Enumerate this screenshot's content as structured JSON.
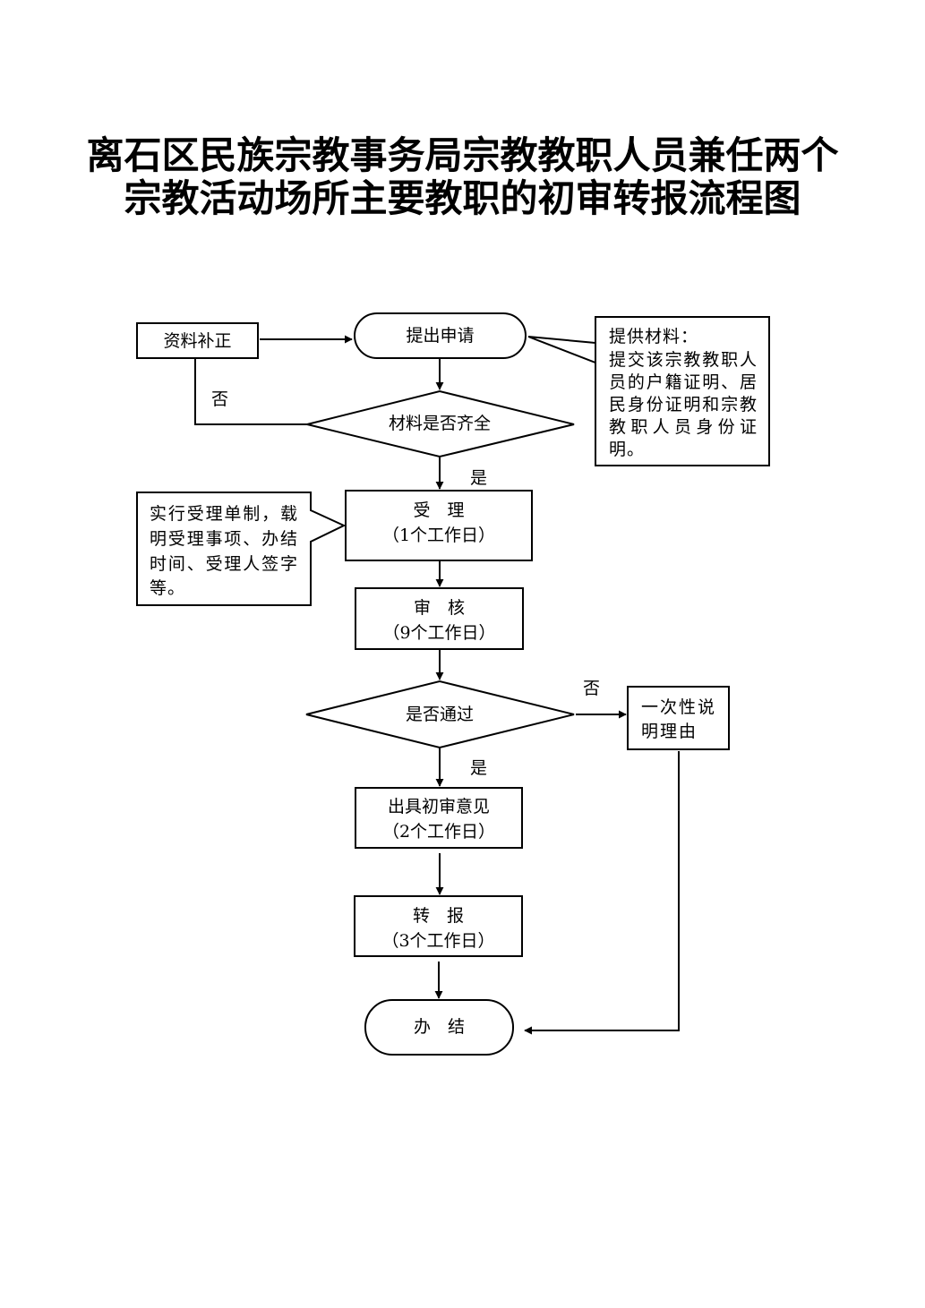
{
  "title": {
    "line1": "离石区民族宗教事务局宗教教职人员兼任两个",
    "line2": "宗教活动场所主要教职的初审转报流程图"
  },
  "nodes": {
    "supplement": "资料补正",
    "apply": "提出申请",
    "materials_check": "材料是否齐全",
    "accept": "受　理",
    "accept_days": "（1个工作日）",
    "review": "审　核",
    "review_days": "（9个工作日）",
    "pass_check": "是否通过",
    "opinion": "出具初审意见",
    "opinion_days": "（2个工作日）",
    "report": "转　报",
    "report_days": "（3个工作日）",
    "finish": "办　结",
    "explain_line1": "一次性说",
    "explain_line2": "明理由"
  },
  "labels": {
    "no_1": "否",
    "yes_1": "是",
    "no_2": "否",
    "yes_2": "是"
  },
  "notes": {
    "materials_line1": "提供材料：",
    "materials_line2": "提交该宗教教职人",
    "materials_line3": "员的户籍证明、居",
    "materials_line4": "民身份证明和宗教",
    "materials_line5": "教职人员身份证",
    "materials_line6": "明。",
    "accept_line1": "实行受理单制，载",
    "accept_line2": "明受理事项、办结",
    "accept_line3": "时间、受理人签字",
    "accept_line4": "等。"
  }
}
